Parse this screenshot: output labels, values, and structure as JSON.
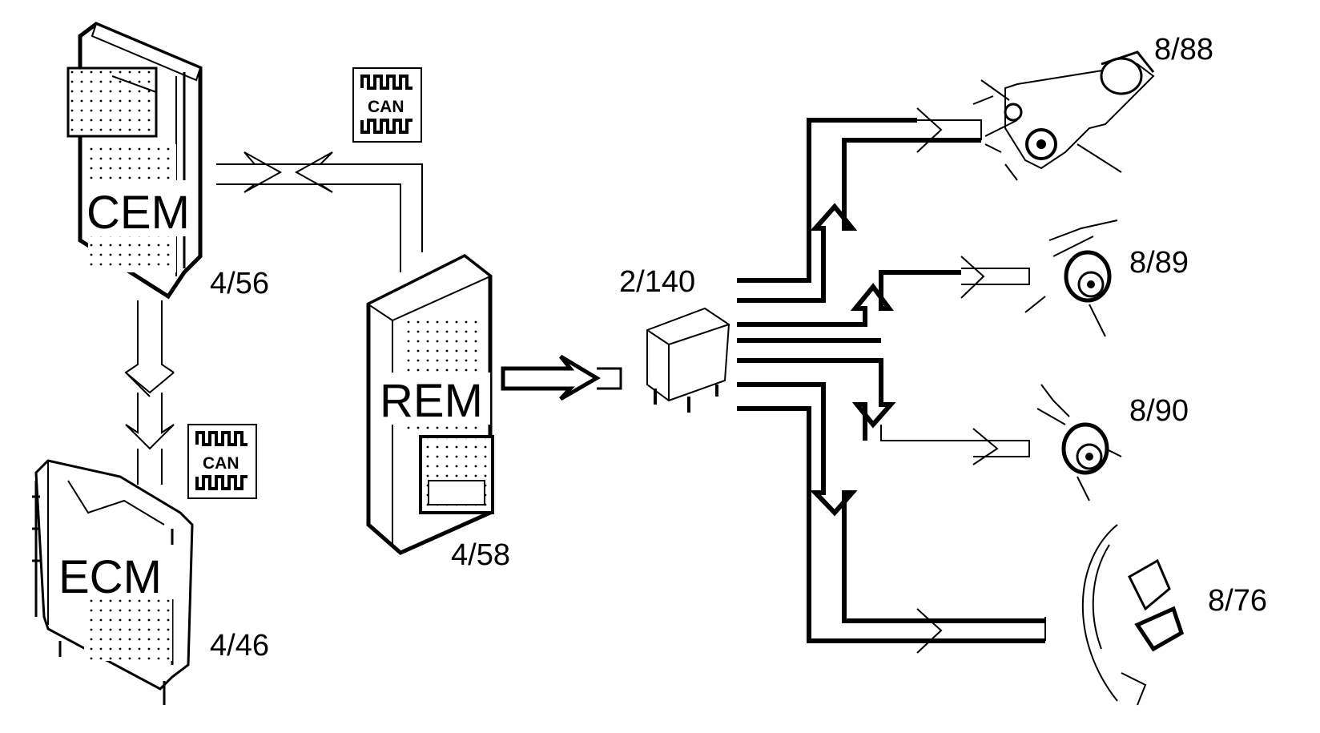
{
  "modules": {
    "cem": {
      "name": "CEM",
      "ref": "4/56"
    },
    "ecm": {
      "name": "ECM",
      "ref": "4/46"
    },
    "rem": {
      "name": "REM",
      "ref": "4/58"
    },
    "relay": {
      "ref": "2/140"
    }
  },
  "bus_badges": {
    "top": "CAN",
    "left": "CAN"
  },
  "components": {
    "c1": {
      "ref": "8/88"
    },
    "c2": {
      "ref": "8/89"
    },
    "c3": {
      "ref": "8/90"
    },
    "c4": {
      "ref": "8/76"
    }
  }
}
